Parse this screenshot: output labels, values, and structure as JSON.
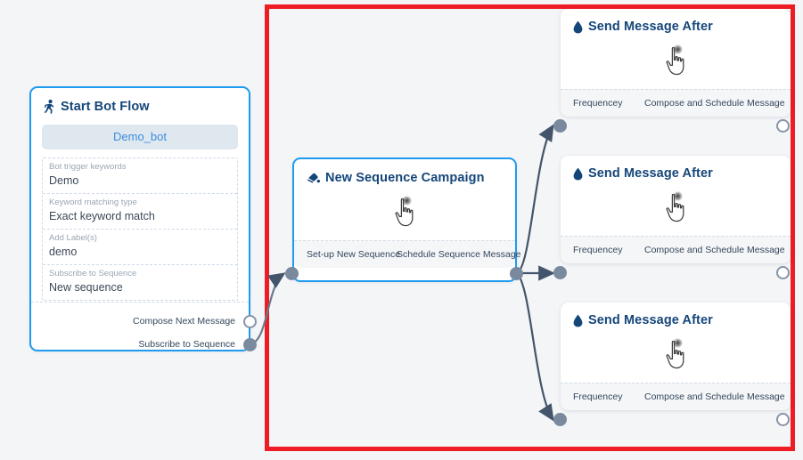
{
  "canvas": {
    "background_color": "#f4f5f7",
    "highlight_color": "#ee1c25"
  },
  "start_node": {
    "title": "Start Bot Flow",
    "icon": "running-person-icon",
    "bot_pill": "Demo_bot",
    "fields": [
      {
        "label": "Bot trigger keywords",
        "value": "Demo"
      },
      {
        "label": "Keyword matching type",
        "value": "Exact keyword match"
      },
      {
        "label": "Add Label(s)",
        "value": "demo"
      },
      {
        "label": "Subscribe to Sequence",
        "value": "New sequence"
      }
    ],
    "outputs": [
      {
        "label": "Compose Next Message",
        "port": "hollow"
      },
      {
        "label": "Subscribe to Sequence",
        "port": "filled"
      }
    ]
  },
  "sequence_node": {
    "title": "New Sequence Campaign",
    "icon": "paint-pour-icon",
    "body_icon": "pointing-hand-cursor-icon",
    "input_label": "Set-up New Sequence",
    "output_label": "Schedule Sequence Message"
  },
  "message_cards": [
    {
      "title": "Send Message After",
      "icon": "water-drop-icon",
      "body_icon": "pointing-hand-cursor-icon",
      "input_label": "Frequencey",
      "output_label": "Compose and Schedule Message"
    },
    {
      "title": "Send Message After",
      "icon": "water-drop-icon",
      "body_icon": "pointing-hand-cursor-icon",
      "input_label": "Frequencey",
      "output_label": "Compose and Schedule Message"
    },
    {
      "title": "Send Message After",
      "icon": "water-drop-icon",
      "body_icon": "pointing-hand-cursor-icon",
      "input_label": "Frequencey",
      "output_label": "Compose and Schedule Message"
    }
  ]
}
